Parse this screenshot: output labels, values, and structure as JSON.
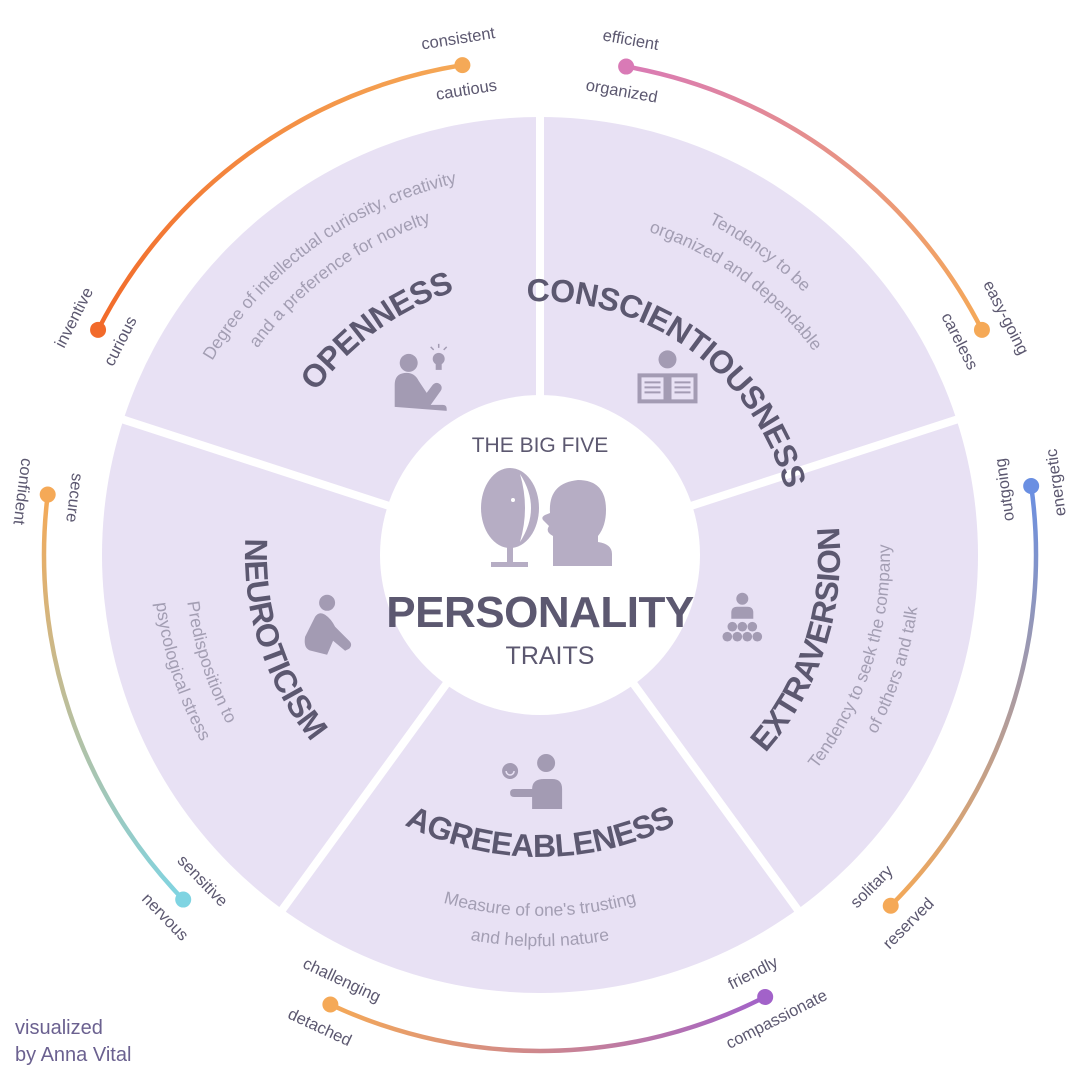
{
  "center": {
    "kicker": "THE BIG FIVE",
    "title": "PERSONALITY",
    "subtitle": "TRAITS",
    "icon": "mirror-face-icon"
  },
  "credit": {
    "line1": "visualized",
    "line2": "by Anna Vital"
  },
  "colors": {
    "wedge": "#e8e1f4",
    "title": "#5c5870",
    "description": "#a39eb3",
    "icon": "#a39bb3",
    "orange": "#f5a957"
  },
  "traits": [
    {
      "id": "openness",
      "name": "OPENNESS",
      "description": [
        "Degree of intellectual curiosity, creativity",
        "and a preference for novelty"
      ],
      "icon": "thinking-person-lightbulb-icon",
      "scale": {
        "start_outer": "inventive",
        "start_inner": "curious",
        "end_outer": "consistent",
        "end_inner": "cautious",
        "start_color": "#f26a2a",
        "end_color": "#f5a957"
      }
    },
    {
      "id": "conscientiousness",
      "name": "CONSCIENTIOUSNESS",
      "description": [
        "Tendency to be",
        "organized and dependable"
      ],
      "icon": "person-reading-newspaper-icon",
      "scale": {
        "start_outer": "efficient",
        "start_inner": "organized",
        "end_outer": "easy-going",
        "end_inner": "careless",
        "start_color": "#d97ab6",
        "end_color": "#f5a957"
      }
    },
    {
      "id": "extraversion",
      "name": "EXTRAVERSION",
      "description": [
        "Tendency to seek the company",
        "of others and talk"
      ],
      "icon": "speaker-audience-icon",
      "scale": {
        "start_outer": "energetic",
        "start_inner": "outgoing",
        "end_outer": "reserved",
        "end_inner": "solitary",
        "start_color": "#6a8fe2",
        "end_color": "#f5a957"
      }
    },
    {
      "id": "agreeableness",
      "name": "AGREEABLENESS",
      "description": [
        "Measure of one's trusting",
        "and helpful nature"
      ],
      "icon": "person-with-smiley-icon",
      "scale": {
        "start_outer": "compassionate",
        "start_inner": "friendly",
        "end_outer": "detached",
        "end_inner": "challenging",
        "start_color": "#a262c9",
        "end_color": "#f5a957"
      }
    },
    {
      "id": "neuroticism",
      "name": "NEUROTICISM",
      "description": [
        "Predisposition to",
        "psycological stress"
      ],
      "icon": "person-curled-up-icon",
      "scale": {
        "start_outer": "nervous",
        "start_inner": "sensitive",
        "end_outer": "confident",
        "end_inner": "secure",
        "start_color": "#7fd4e2",
        "end_color": "#f5a957"
      }
    }
  ]
}
